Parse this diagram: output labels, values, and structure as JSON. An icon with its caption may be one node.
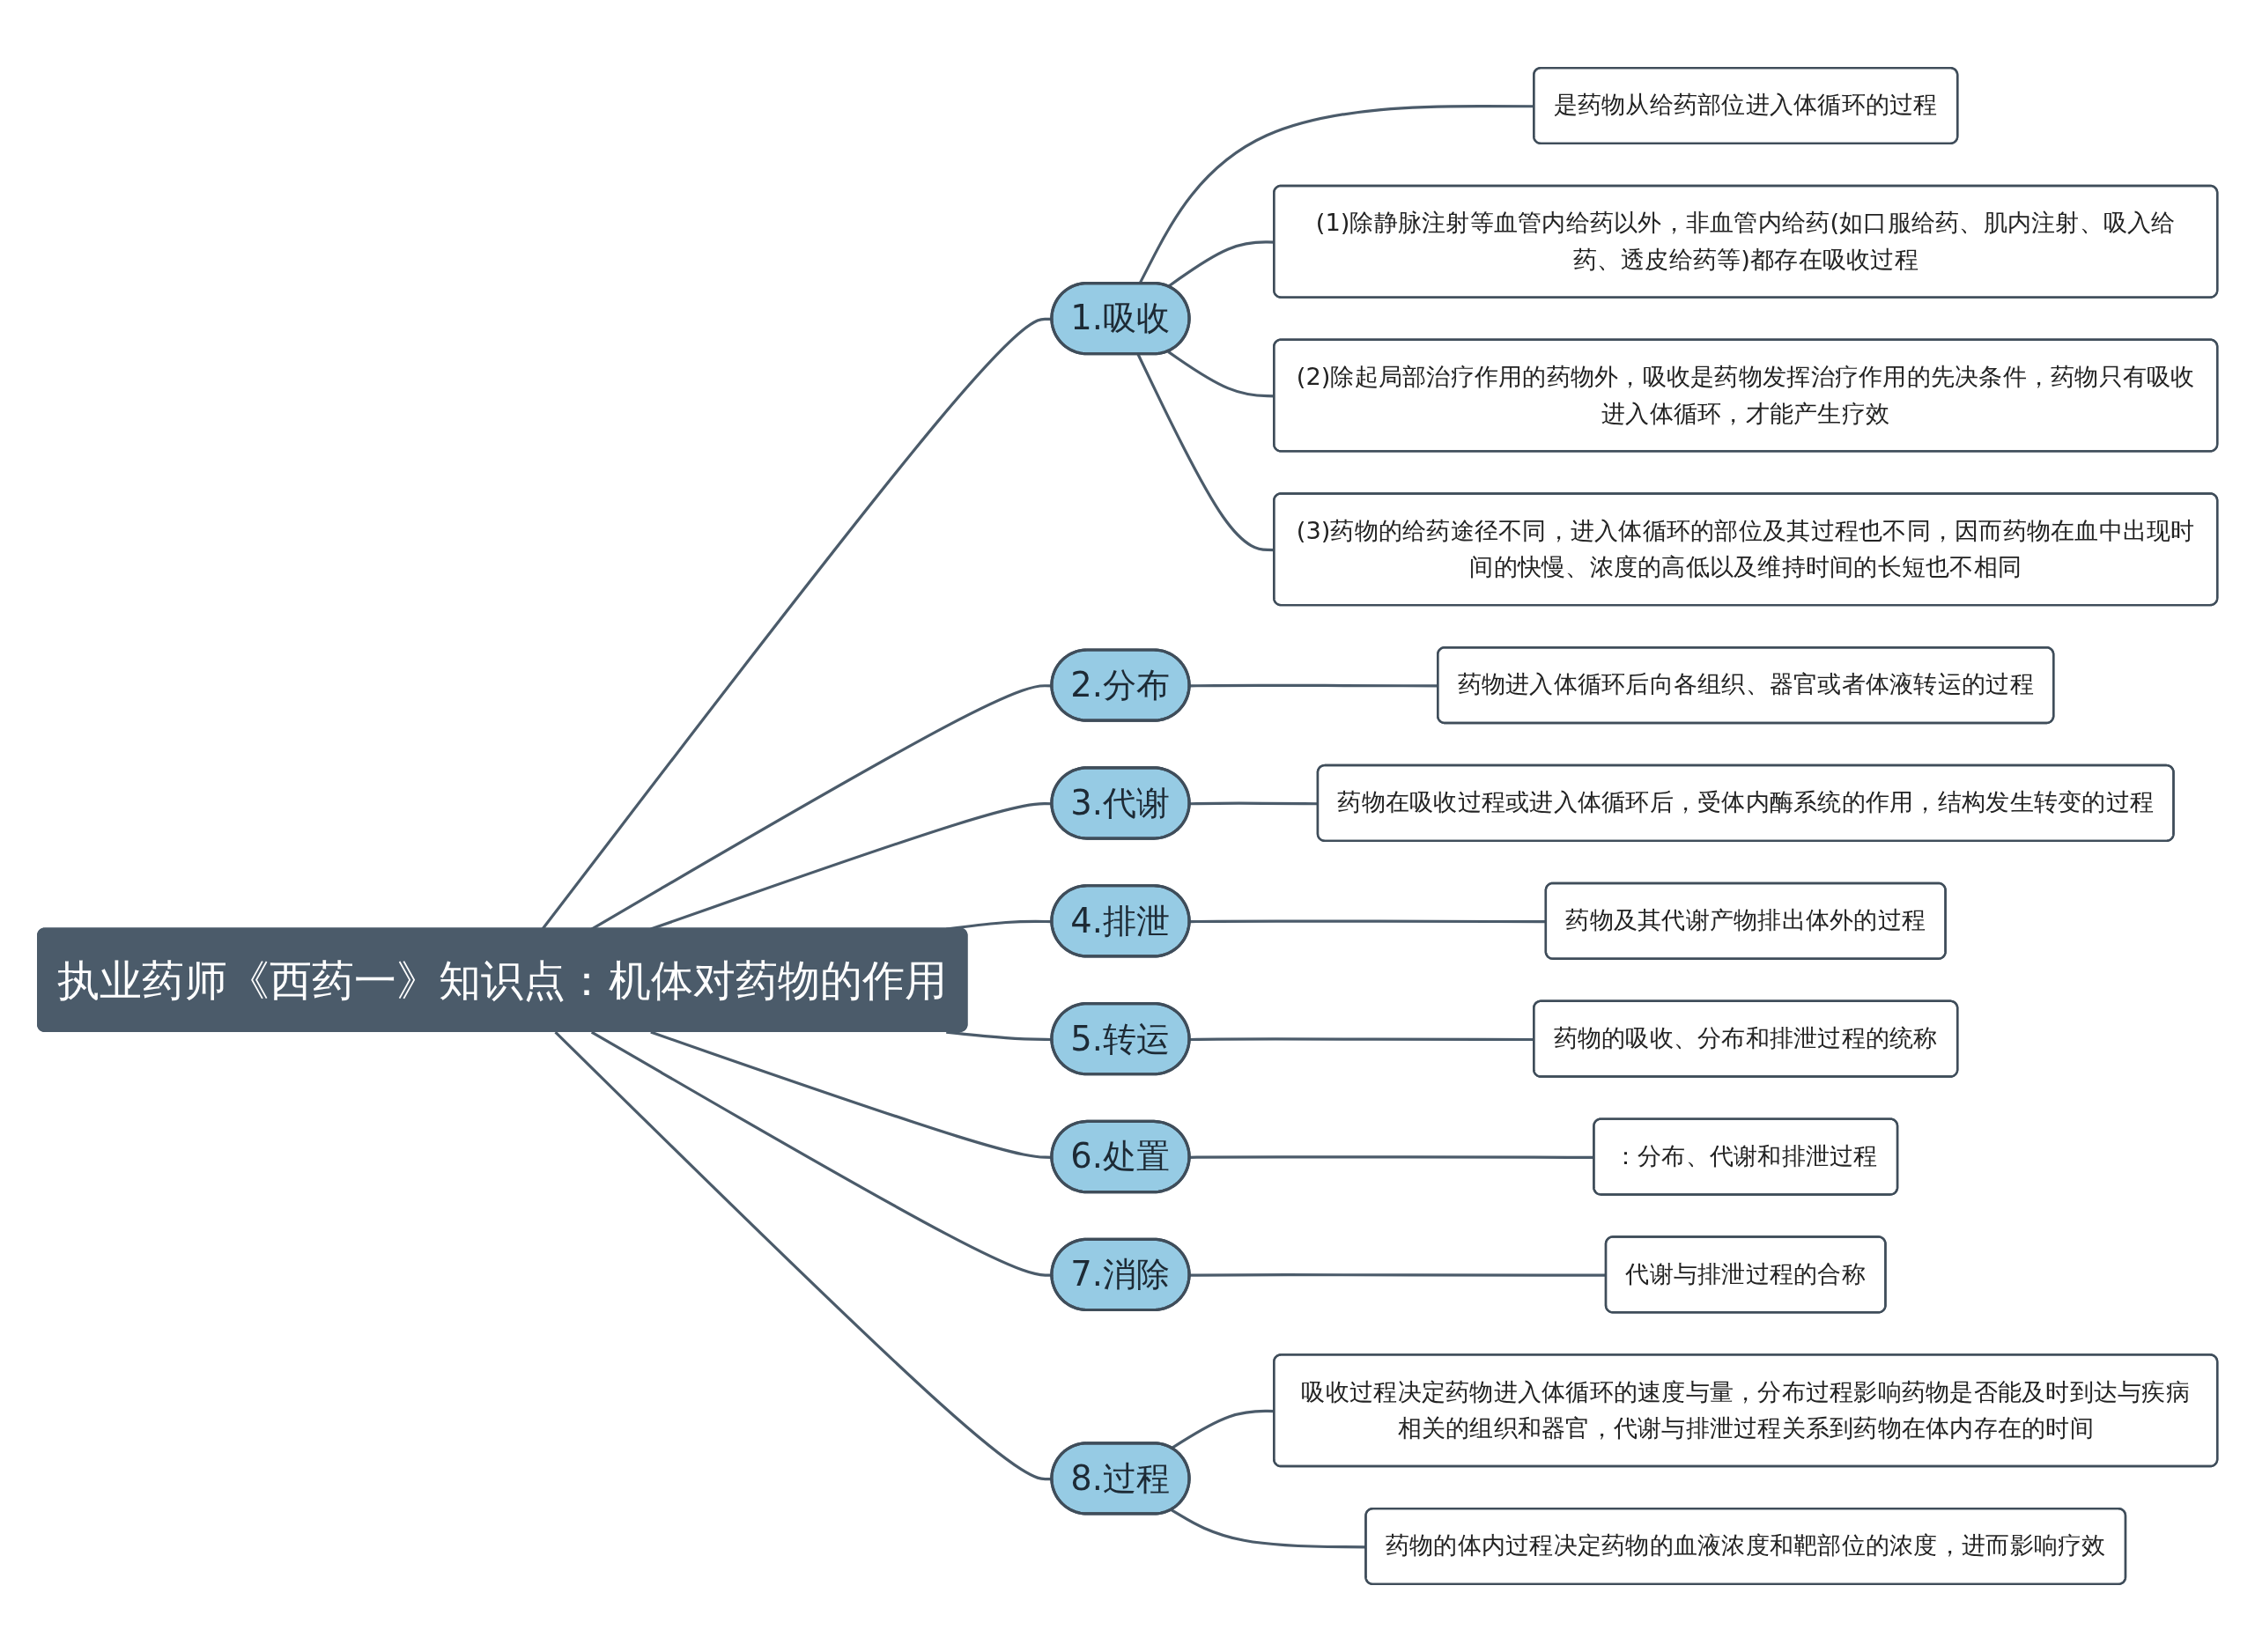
{
  "diagram": {
    "nodes": [
      {
        "text": [
          "执业药师《西药一》知识点：机体对药物的作用"
        ]
      },
      {
        "text": [
          "1.吸收"
        ]
      },
      {
        "text": [
          "是药物从给药部位进入体循环的过程"
        ]
      },
      {
        "text": [
          "(1)除静脉注射等血管内给药以外，非血管内给药(如口服给药、肌内注射、吸入给药、透皮给药等)都存在吸收过程"
        ]
      },
      {
        "text": [
          "(2)除起局部治疗作用的药物外，吸收是药物发挥治疗作用的先决条件，药物只有吸收进入体循环，才能产生疗效"
        ]
      },
      {
        "text": [
          "(3)药物的给药途径不同，进入体循环的部位及其过程也不同，因而药物在血中出现时间的快慢、浓度的高低以及维持时间的长短也不相同"
        ]
      },
      {
        "text": [
          "2.分布"
        ]
      },
      {
        "text": [
          "药物进入体循环后向各组织、器官或者体液转运的过程"
        ]
      },
      {
        "text": [
          "3.代谢"
        ]
      },
      {
        "text": [
          "药物在吸收过程或进入体循环后，受体内酶系统的作用，结构发生转变的过程"
        ]
      },
      {
        "text": [
          "4.排泄"
        ]
      },
      {
        "text": [
          "药物及其代谢产物排出体外的过程"
        ]
      },
      {
        "text": [
          "5.转运"
        ]
      },
      {
        "text": [
          "药物的吸收、分布和排泄过程的统称"
        ]
      },
      {
        "text": [
          "6.处置"
        ]
      },
      {
        "text": [
          "：分布、代谢和排泄过程"
        ]
      },
      {
        "text": [
          "7.消除"
        ]
      },
      {
        "text": [
          "代谢与排泄过程的合称"
        ]
      },
      {
        "text": [
          "8.过程"
        ]
      },
      {
        "text": [
          "吸收过程决定药物进入体循环的速度与量，分布过程影响药物是否能及时到达与疾病相关的组织和器官，代谢与排泄过程关系到药物在体内存在的时间"
        ]
      },
      {
        "text": [
          "药物的体内过程决定药物的血液浓度和靶部位的浓度，进而影响疗效"
        ]
      }
    ],
    "edges": [
      {
        "from": 0,
        "to": 1,
        "arrow": "none"
      },
      {
        "from": 1,
        "to": 2,
        "arrow": "none"
      },
      {
        "from": 1,
        "to": 3,
        "arrow": "none"
      },
      {
        "from": 1,
        "to": 4,
        "arrow": "none"
      },
      {
        "from": 1,
        "to": 5,
        "arrow": "none"
      },
      {
        "from": 0,
        "to": 6,
        "arrow": "none"
      },
      {
        "from": 6,
        "to": 7,
        "arrow": "none"
      },
      {
        "from": 0,
        "to": 8,
        "arrow": "none"
      },
      {
        "from": 8,
        "to": 9,
        "arrow": "none"
      },
      {
        "from": 0,
        "to": 10,
        "arrow": "none"
      },
      {
        "from": 10,
        "to": 11,
        "arrow": "none"
      },
      {
        "from": 0,
        "to": 12,
        "arrow": "none"
      },
      {
        "from": 12,
        "to": 13,
        "arrow": "none"
      },
      {
        "from": 0,
        "to": 14,
        "arrow": "none"
      },
      {
        "from": 14,
        "to": 15,
        "arrow": "none"
      },
      {
        "from": 0,
        "to": 16,
        "arrow": "none"
      },
      {
        "from": 16,
        "to": 17,
        "arrow": "none"
      },
      {
        "from": 0,
        "to": 18,
        "arrow": "none"
      },
      {
        "from": 18,
        "to": 19,
        "arrow": "none"
      },
      {
        "from": 18,
        "to": 20,
        "arrow": "none"
      }
    ]
  }
}
